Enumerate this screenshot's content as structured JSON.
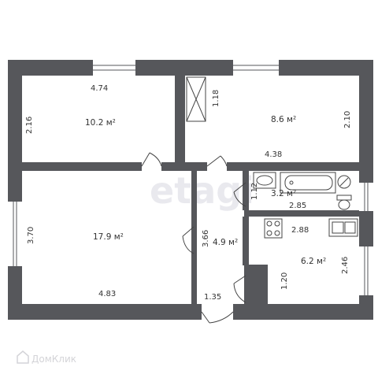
{
  "watermark": "etagi",
  "brand": {
    "text": "ДомКлик",
    "icon": "house-logo-icon"
  },
  "colors": {
    "wall": "#56575b",
    "window": "#ffffff",
    "fixture": "#444444"
  },
  "rooms": [
    {
      "id": "room-top-left",
      "area": "10.2 м²",
      "width": "4.74",
      "height": "2.16"
    },
    {
      "id": "room-top-right",
      "area": "8.6 м²",
      "width": "4.38",
      "height": "2.10",
      "extra": "1.18"
    },
    {
      "id": "bathroom",
      "area": "3.2 м²",
      "width": "2.85",
      "height": "1.12"
    },
    {
      "id": "living-room",
      "area": "17.9 м²",
      "width": "4.83",
      "height": "3.70"
    },
    {
      "id": "corridor",
      "area": "4.9 м²",
      "width": "1.35",
      "height": "3.66"
    },
    {
      "id": "kitchen",
      "area": "6.2 м²",
      "width": "2.88",
      "height": "2.46",
      "extra": "1.20"
    }
  ]
}
